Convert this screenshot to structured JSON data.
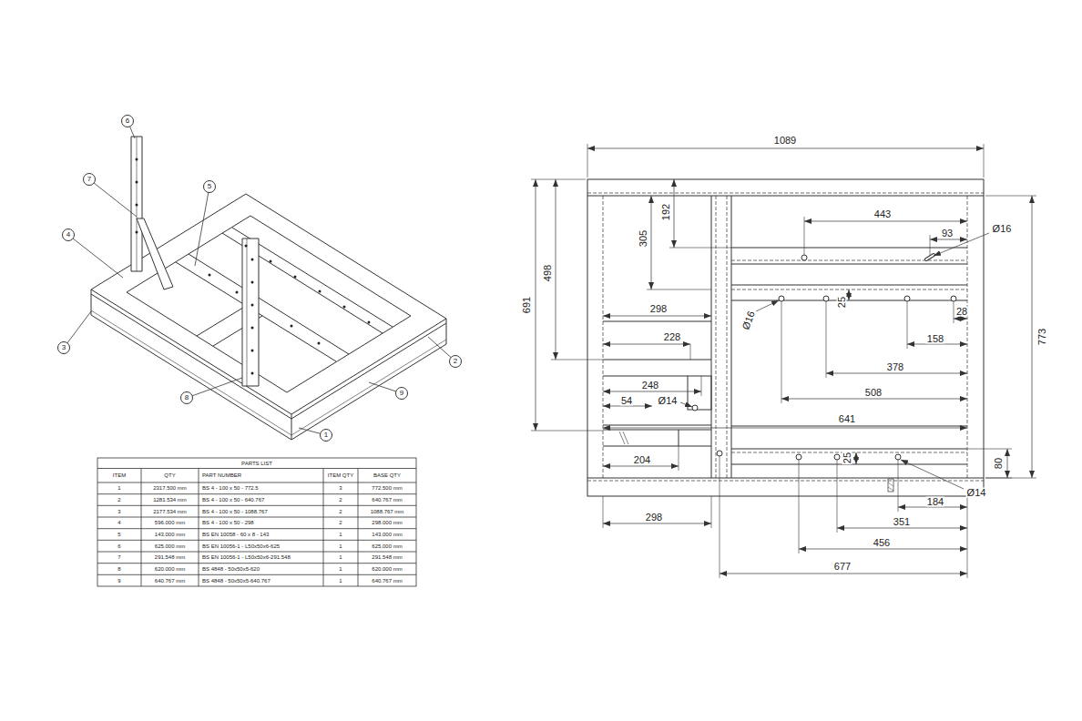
{
  "diagram": {
    "nodes": [
      {
        "text": [
          "6"
        ]
      },
      {
        "text": [
          "7"
        ]
      },
      {
        "text": [
          "5"
        ]
      },
      {
        "text": [
          "4"
        ]
      },
      {
        "text": [
          "3"
        ]
      },
      {
        "text": [
          "2"
        ]
      },
      {
        "text": [
          "8"
        ]
      },
      {
        "text": [
          "9"
        ]
      },
      {
        "text": [
          "1"
        ]
      }
    ],
    "labels": [
      "PARTS LIST",
      "ITEM",
      "QTY",
      "PART NUMBER",
      "ITEM QTY",
      "BASE QTY",
      "1",
      "2317.500 mm",
      "BS 4 - 100 x 50 - 772.5",
      "3",
      "772.500 mm",
      "2",
      "1281.534 mm",
      "BS 4 - 100 x 50 - 640.767",
      "2",
      "640.767 mm",
      "3",
      "2177.534 mm",
      "BS 4 - 100 x 50 - 1088.767",
      "2",
      "1088.767 mm",
      "4",
      "596.000 mm",
      "BS 4 - 100 x 50 - 298",
      "2",
      "298.000 mm",
      "5",
      "143.000 mm",
      "BS EN 10058 - 60 x 8 - 143",
      "1",
      "143.000 mm",
      "6",
      "625.000 mm",
      "BS EN 10056-1 - L50x50x6-625",
      "1",
      "625.000 mm",
      "7",
      "291.548 mm",
      "BS EN 10056-1 - L50x50x6-291.548",
      "1",
      "291.548 mm",
      "8",
      "620.000 mm",
      "BS 4848 - 50x50x5-620",
      "1",
      "620.000 mm",
      "9",
      "640.767 mm",
      "BS 4848 - 50x50x5-640.767",
      "1",
      "640.767 mm",
      "1089",
      "691",
      "498",
      "305",
      "192",
      "443",
      "93",
      "Ø16",
      "298",
      "228",
      "25",
      "28",
      "Ø16",
      "158",
      "378",
      "248",
      "54",
      "Ø14",
      "508",
      "641",
      "204",
      "25",
      "80",
      "773",
      "184",
      "Ø14",
      "351",
      "298",
      "456",
      "677"
    ]
  }
}
